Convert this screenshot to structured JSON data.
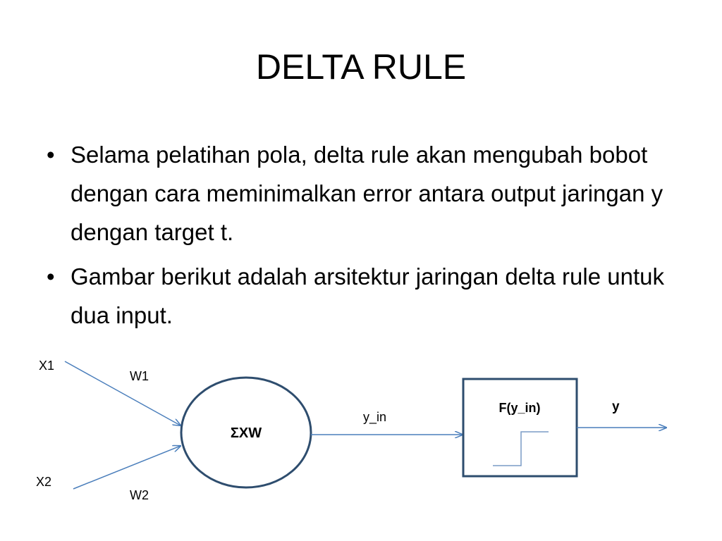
{
  "slide": {
    "title": "DELTA RULE",
    "bullet_symbol": "•",
    "bullets": [
      "Selama pelatihan pola, delta rule akan mengubah bobot dengan cara meminimalkan error antara output jaringan y dengan target t.",
      "Gambar berikut adalah arsitektur jaringan delta rule untuk dua input."
    ]
  },
  "diagram": {
    "inputs": [
      "X1",
      "X2"
    ],
    "weights": [
      "W1",
      "W2"
    ],
    "summation_label": "ΣXW",
    "net_input_label": "y_in",
    "activation_label": "F(y_in)",
    "output_label": "y",
    "colors": {
      "line": "#4a7ebb",
      "node_border": "#2e4d6e",
      "step_function": "#7a9cc6"
    }
  }
}
